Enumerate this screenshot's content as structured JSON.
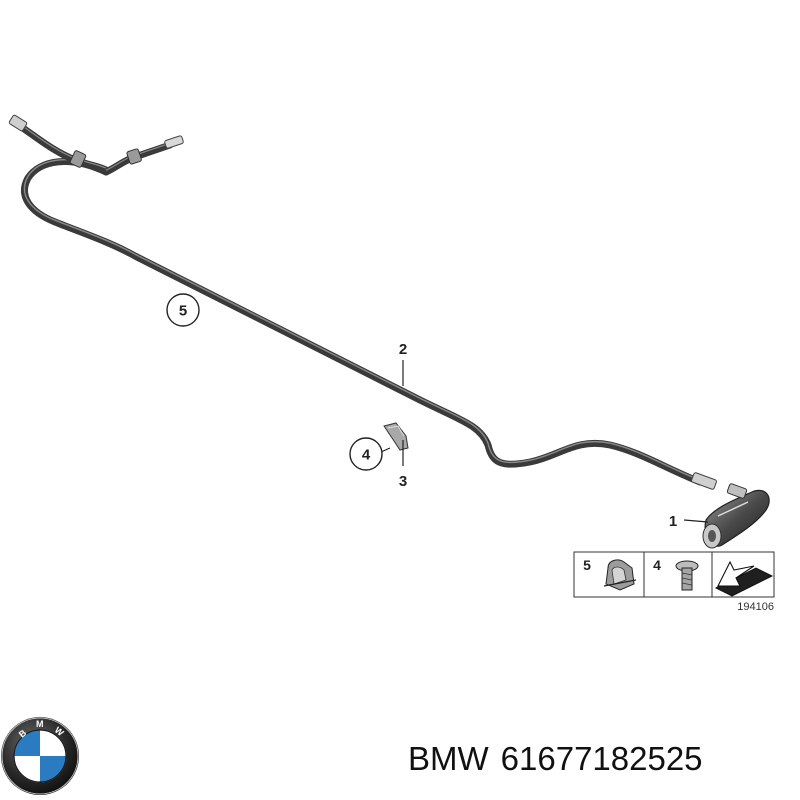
{
  "diagram": {
    "callouts": {
      "part_1": "1",
      "part_2": "2",
      "part_3": "3",
      "part_4": "4",
      "part_5": "5"
    },
    "legend": {
      "cell_a_number": "5",
      "cell_b_number": "4"
    },
    "figure_id": "194106"
  },
  "caption": {
    "brand": "BMW",
    "part_number": "61677182525"
  },
  "colors": {
    "hose": "#3a3a3a",
    "hose_highlight": "#8a8a8a",
    "line": "#222222",
    "logo_blue": "#2b7bc1",
    "logo_ring": "#1b1b1b"
  },
  "icons": [
    "hose-line",
    "spray-nozzle",
    "hose-clip",
    "screw",
    "position-marker",
    "bmw-logo"
  ]
}
